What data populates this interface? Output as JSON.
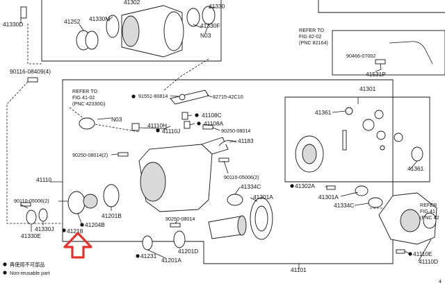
{
  "labels": {
    "l41330d": "41330D",
    "l41252": "41252",
    "l41330m": "41330M",
    "l41302": "41302",
    "l90116": "90116-08409(4)",
    "l41330": "41330",
    "l41330f": "41330F",
    "ln03a": "N03",
    "l41301": "41301",
    "l41361a": "41361",
    "l41361b": "41361",
    "l91551": "91551-80814",
    "l82715": "82715-42C10",
    "ln03b": "N03",
    "l41108c": "41108C",
    "l41110h": "41110H",
    "l41108a": "41108A",
    "l41110j": "41110J",
    "l90250a": "90250-08014",
    "l41183": "41183",
    "l90250b": "90250-08014(2)",
    "l90110a": "90110-05006(2)",
    "l41110": "41110",
    "l90110b": "90110-05006(2)",
    "l41334c_a": "41334C",
    "l41302a": "41302A",
    "l41301a_a": "41301A",
    "l41301a_b": "41301A",
    "l41334c_b": "41334C",
    "l41201b": "41201B",
    "l41204b": "41204B",
    "l41330j": "41330J",
    "l41330e": "41330E",
    "l41218": "41218",
    "l90250c": "90250-08014",
    "l41231": "41231",
    "l41201d": "41201D",
    "l41201a": "41201A",
    "l41101": "41101",
    "l41110e": "41110E",
    "l41110d": "41110D",
    "l90466": "90466-07002",
    "l41531p": "41531P",
    "l4x": "4"
  },
  "refs": {
    "r1": [
      "REFER TO",
      "FIG 41-02",
      "(PNC 42330G)"
    ],
    "r2": [
      "REFER TO",
      "FIG 82-02",
      "(PNC 82164)"
    ],
    "r3": [
      "REFER",
      "FIG 41",
      "(PNC 42"
    ]
  },
  "legend": {
    "item1": "再使用不可部品",
    "item2": "Non-reusable part"
  },
  "colors": {
    "highlight": "#e5312b"
  }
}
